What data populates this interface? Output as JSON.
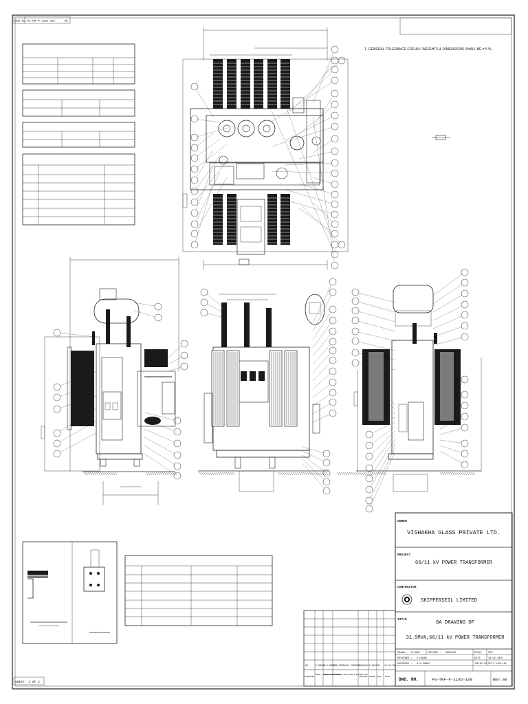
{
  "header": {
    "dwg_prefix": "DWG No.",
    "dwg_ref": "FG-TRF-P-1195-100",
    "corner_mark": "R0"
  },
  "notes": {
    "tolerance": "1. GENERAL TOLERANCE FOR ALL WEIGHTS & DIMENSIONS SHALL BE ± 5 %."
  },
  "title_block": {
    "owner_label": "OWNER",
    "owner": "VISHAKHA GLASS PRIVATE LTD.",
    "project_label": "PROJECT",
    "project": "66/11 kV POWER TRANSFORMER",
    "contractor_label": "CONTRACTOR",
    "contractor": "SKIPPERSEIL LIMITED",
    "title_label": "TITLE",
    "title_line1": "GA DRAWING OF",
    "title_line2": "31.5MVA,66/11 kV POWER TRANSFORMER",
    "drawn_label": "DRAWN :",
    "drawn_by": "M.SAHI",
    "checked_label": "CHECKED :",
    "checked_by": "KAMLESH",
    "reviewed_label": "REVIEWED :",
    "reviewed_by": "V.DODGE",
    "approved_label": "APPROVED :",
    "approved_by": "A.K.DUBLE",
    "scale_label": "SCALE",
    "scale": "NTS",
    "date_label": "DATE",
    "date": "10.02.2025",
    "job_label": "JOB NO.",
    "job_no": "FG-TRF-P-1195-100",
    "dwg_no_label": "DWG. NO.",
    "dwg_no": "FG-TRF-P-1195-100",
    "rev_label": "REV.",
    "rev": "00"
  },
  "revision_table": {
    "row": [
      "00",
      "V.DODGE",
      "A.K.DUBLE",
      "FOR APPROVAL PURPOSE",
      "KAMLESH",
      "M.SAHI",
      "00",
      "10.02.25"
    ],
    "headers": [
      "APPROVED",
      "MECH. REVIEWED",
      "ELEC. REVIEWED",
      "NATURE OF REVISION & DESCRIPTION",
      "CHECKED",
      "DRAWN",
      "REV",
      "DATE"
    ]
  },
  "sheet": {
    "label": "SHEET- 1 OF 2"
  },
  "colors": {
    "line": "#222222",
    "radiator": "#1a1a1a",
    "shade": "#7a7a7a",
    "background": "#ffffff"
  }
}
